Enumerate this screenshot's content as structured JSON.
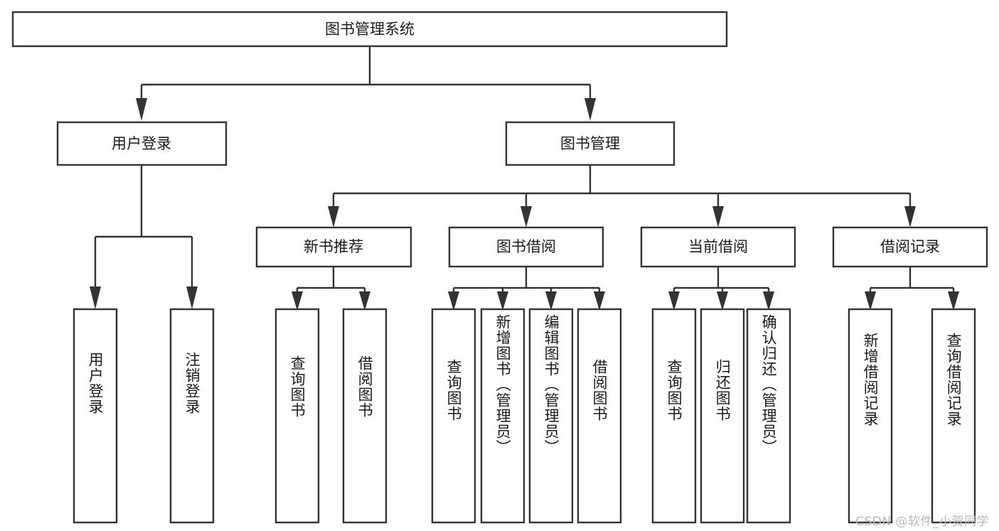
{
  "diagram": {
    "title": "图书管理系统",
    "type": "tree-hierarchy-chart",
    "colors": {
      "box_stroke": "#333333",
      "box_fill": "#ffffff",
      "line": "#333333",
      "text": "#1b1b1b",
      "background": "#ffffff",
      "watermark": "#b9b9b9"
    },
    "root": {
      "id": "root",
      "label": "图书管理系统"
    },
    "level2": [
      {
        "id": "user-login",
        "label": "用户登录"
      },
      {
        "id": "book-manage",
        "label": "图书管理"
      }
    ],
    "level3": [
      {
        "id": "new-book-rec",
        "label": "新书推荐"
      },
      {
        "id": "book-borrow",
        "label": "图书借阅"
      },
      {
        "id": "current-borrow",
        "label": "当前借阅"
      },
      {
        "id": "borrow-record",
        "label": "借阅记录"
      }
    ],
    "leaves": {
      "user_login": [
        {
          "id": "leaf-user-login",
          "label": "用户登录"
        },
        {
          "id": "leaf-logout-login",
          "label": "注销登录"
        }
      ],
      "new_book_rec": [
        {
          "id": "leaf-query-book-1",
          "label": "查询图书"
        },
        {
          "id": "leaf-borrow-book-1",
          "label": "借阅图书"
        }
      ],
      "book_borrow": [
        {
          "id": "leaf-query-book-2",
          "label": "查询图书"
        },
        {
          "id": "leaf-add-book",
          "label": "新增图书（管理员）"
        },
        {
          "id": "leaf-edit-book",
          "label": "编辑图书（管理员）"
        },
        {
          "id": "leaf-borrow-book-2",
          "label": "借阅图书"
        }
      ],
      "current_borrow": [
        {
          "id": "leaf-query-book-3",
          "label": "查询图书"
        },
        {
          "id": "leaf-return-book",
          "label": "归还图书"
        },
        {
          "id": "leaf-confirm-return",
          "label": "确认归还（管理员）"
        }
      ],
      "borrow_record": [
        {
          "id": "leaf-add-record",
          "label": "新增借阅记录"
        },
        {
          "id": "leaf-query-record",
          "label": "查询借阅记录"
        }
      ]
    }
  },
  "watermark": {
    "text": "CSDN @软件_小贺同学"
  }
}
